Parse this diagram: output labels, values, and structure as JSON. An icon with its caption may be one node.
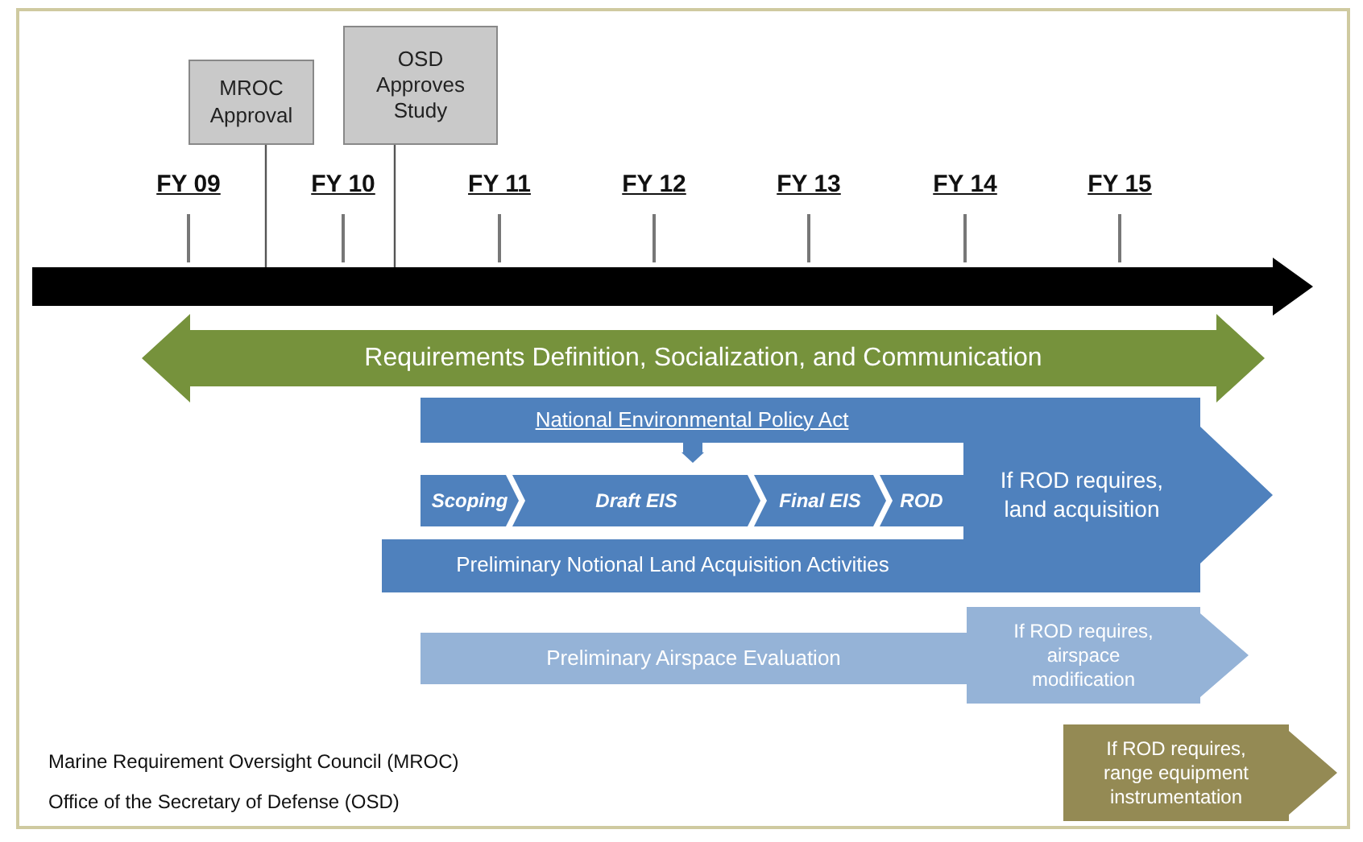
{
  "diagram": {
    "nodes": [
      {
        "text": [
          "MROC Approval"
        ]
      },
      {
        "text": [
          "OSD Approves Study"
        ]
      },
      {
        "text": [
          "Requirements Definition, Socialization, and Communication"
        ]
      },
      {
        "text": [
          "National Environmental Policy Act"
        ]
      },
      {
        "text": [
          "Scoping"
        ]
      },
      {
        "text": [
          "Draft EIS"
        ]
      },
      {
        "text": [
          "Final EIS"
        ]
      },
      {
        "text": [
          "ROD"
        ]
      },
      {
        "text": [
          "Preliminary Notional Land Acquisition Activities"
        ]
      },
      {
        "text": [
          "If ROD requires, land acquisition"
        ]
      },
      {
        "text": [
          "Preliminary Airspace Evaluation"
        ]
      },
      {
        "text": [
          "If ROD requires, airspace modification"
        ]
      },
      {
        "text": [
          "If ROD requires, range equipment instrumentation"
        ]
      }
    ],
    "edges": [
      {
        "from": 3,
        "to": 5,
        "arrow": "to"
      }
    ],
    "labels": [
      "FY 09",
      "FY 10",
      "FY 11",
      "FY 12",
      "FY 13",
      "FY 14",
      "FY 15",
      "Marine Requirement Oversight Council (MROC)",
      "Office of the Secretary of Defense (OSD)"
    ]
  }
}
